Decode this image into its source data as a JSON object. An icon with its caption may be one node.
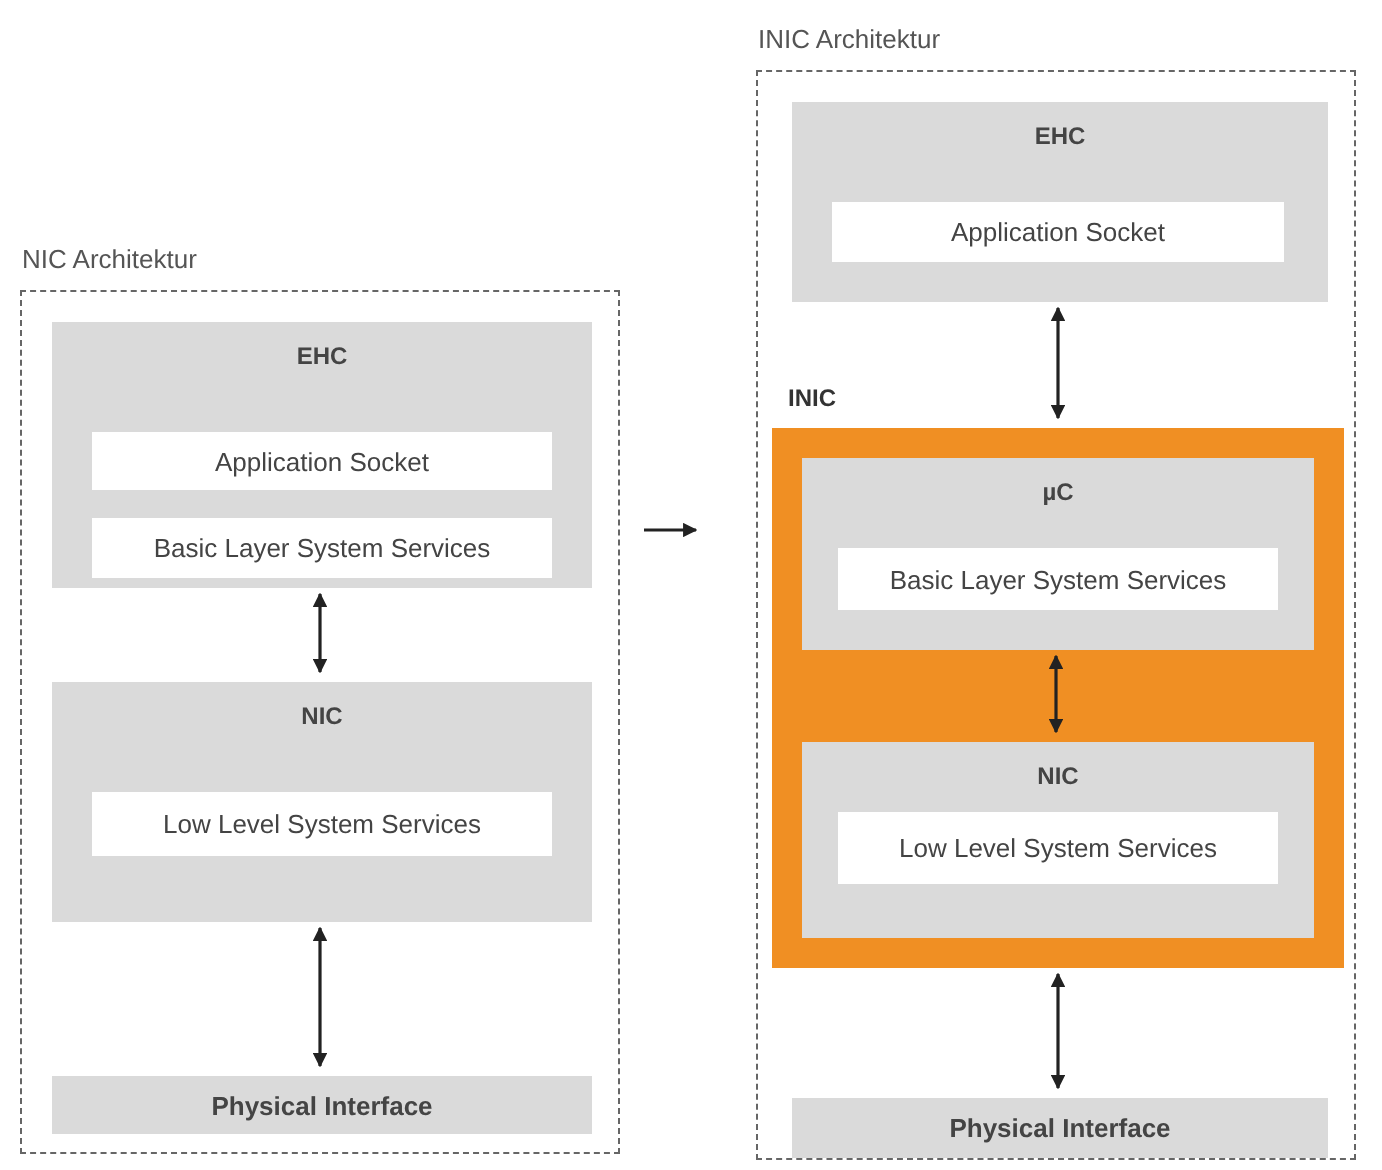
{
  "diagram": {
    "nodes": [
      {
        "text": [
          "NIC Architektur"
        ]
      },
      {
        "text": [
          "EHC"
        ],
        "in": 0
      },
      {
        "text": [
          "Application Socket"
        ],
        "in": 1
      },
      {
        "text": [
          "Basic Layer System Services"
        ],
        "in": 1
      },
      {
        "text": [
          "NIC"
        ],
        "in": 0
      },
      {
        "text": [
          "Low Level System Services"
        ],
        "in": 4
      },
      {
        "text": [
          "Physical Interface"
        ],
        "in": 0
      },
      {
        "text": [
          "INIC Architektur"
        ]
      },
      {
        "text": [
          "EHC"
        ],
        "in": 7
      },
      {
        "text": [
          "Application Socket"
        ],
        "in": 8
      },
      {
        "text": [
          "INIC"
        ],
        "in": 7
      },
      {
        "text": [
          "µC"
        ],
        "in": 10
      },
      {
        "text": [
          "Basic Layer System Services"
        ],
        "in": 11
      },
      {
        "text": [
          "NIC"
        ],
        "in": 10
      },
      {
        "text": [
          "Low Level System Services"
        ],
        "in": 13
      },
      {
        "text": [
          "Physical Interface"
        ],
        "in": 7
      }
    ],
    "edges": [
      {
        "from": 1,
        "to": 4,
        "arrow": "both"
      },
      {
        "from": 4,
        "to": 6,
        "arrow": "both"
      },
      {
        "from": 0,
        "to": 7,
        "arrow": "to"
      },
      {
        "from": 8,
        "to": 10,
        "arrow": "both"
      },
      {
        "from": 11,
        "to": 13,
        "arrow": "both"
      },
      {
        "from": 10,
        "to": 15,
        "arrow": "both"
      }
    ]
  }
}
